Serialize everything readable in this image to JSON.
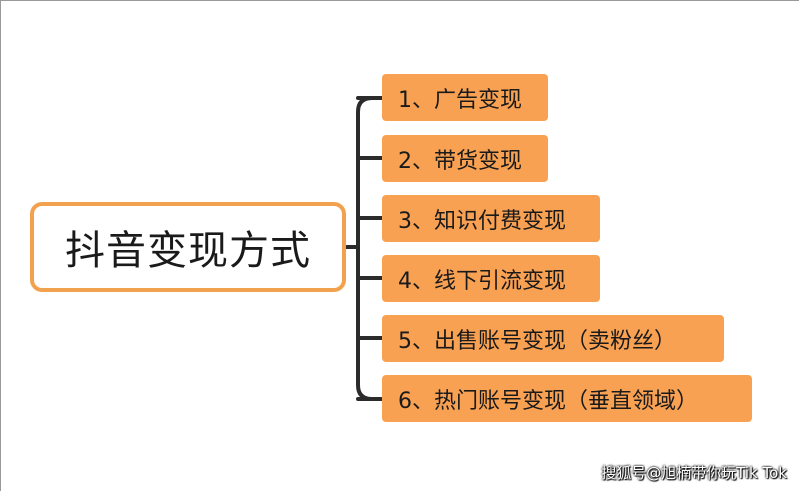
{
  "diagram": {
    "root": {
      "label": "抖音变现方式"
    },
    "branches": [
      {
        "label": "1、广告变现"
      },
      {
        "label": "2、带货变现"
      },
      {
        "label": "3、知识付费变现"
      },
      {
        "label": "4、线下引流变现"
      },
      {
        "label": "5、出售账号变现（卖粉丝）"
      },
      {
        "label": "6、热门账号变现（垂直领域）"
      }
    ]
  },
  "watermark": {
    "text": "搜狐号@旭楠带你玩Tik Tok"
  },
  "colors": {
    "branch_fill": "#f8a153",
    "root_border": "#f2a24e",
    "connector": "#2b2b2b"
  }
}
